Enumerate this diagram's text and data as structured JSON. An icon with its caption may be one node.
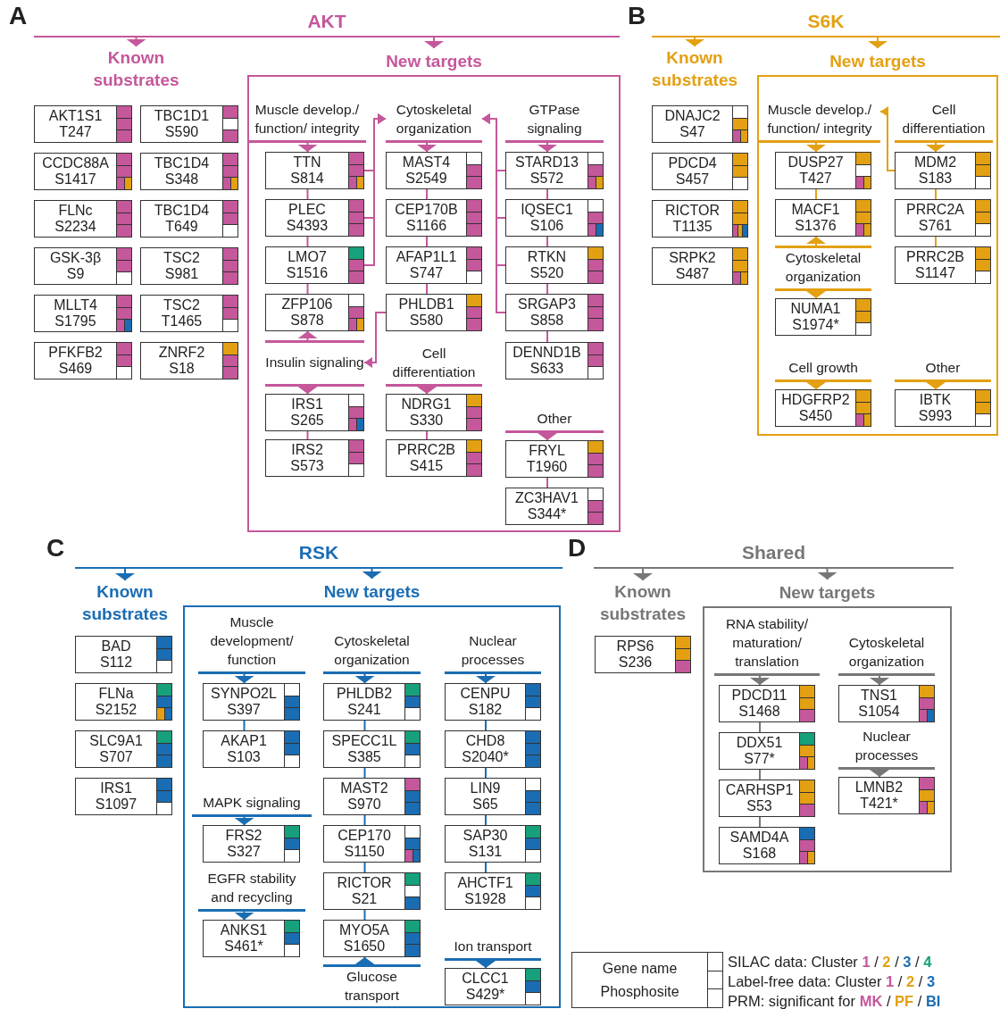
{
  "diagram": {
    "nodes": [
      {
        "text": [
          "AKT"
        ]
      },
      {
        "text": [
          "Known substrates"
        ]
      },
      {
        "text": [
          "AKT1S1",
          "T247"
        ]
      },
      {
        "text": [
          "TBC1D1",
          "S590"
        ]
      },
      {
        "text": [
          "CCDC88A",
          "S1417"
        ]
      },
      {
        "text": [
          "TBC1D4",
          "S348"
        ]
      },
      {
        "text": [
          "FLNc",
          "S2234"
        ]
      },
      {
        "text": [
          "TBC1D4",
          "T649"
        ]
      },
      {
        "text": [
          "GSK-3β",
          "S9"
        ]
      },
      {
        "text": [
          "TSC2",
          "S981"
        ]
      },
      {
        "text": [
          "MLLT4",
          "S1795"
        ]
      },
      {
        "text": [
          "TSC2",
          "T1465"
        ]
      },
      {
        "text": [
          "PFKFB2",
          "S469"
        ]
      },
      {
        "text": [
          "ZNRF2",
          "S18"
        ]
      },
      {
        "text": [
          "New targets"
        ]
      },
      {
        "text": [
          "Muscle develop./ function/ integrity"
        ],
        "in": 14
      },
      {
        "text": [
          "Cytoskeletal organization"
        ],
        "in": 14
      },
      {
        "text": [
          "GTPase signaling"
        ],
        "in": 14
      },
      {
        "text": [
          "TTN",
          "S814"
        ],
        "in": 14
      },
      {
        "text": [
          "MAST4",
          "S2549"
        ],
        "in": 14
      },
      {
        "text": [
          "STARD13",
          "S572"
        ],
        "in": 14
      },
      {
        "text": [
          "PLEC",
          "S4393"
        ],
        "in": 14
      },
      {
        "text": [
          "CEP170B",
          "S1166"
        ],
        "in": 14
      },
      {
        "text": [
          "IQSEC1",
          "S106"
        ],
        "in": 14
      },
      {
        "text": [
          "LMO7",
          "S1516"
        ],
        "in": 14
      },
      {
        "text": [
          "AFAP1L1",
          "S747"
        ],
        "in": 14
      },
      {
        "text": [
          "RTKN",
          "S520"
        ],
        "in": 14
      },
      {
        "text": [
          "ZFP106",
          "S878"
        ],
        "in": 14
      },
      {
        "text": [
          "PHLDB1",
          "S580"
        ],
        "in": 14
      },
      {
        "text": [
          "SRGAP3",
          "S858"
        ],
        "in": 14
      },
      {
        "text": [
          "Insulin signaling"
        ],
        "in": 14
      },
      {
        "text": [
          "Cell differentiation"
        ],
        "in": 14
      },
      {
        "text": [
          "DENND1B",
          "S633"
        ],
        "in": 14
      },
      {
        "text": [
          "IRS1",
          "S265"
        ],
        "in": 14
      },
      {
        "text": [
          "NDRG1",
          "S330"
        ],
        "in": 14
      },
      {
        "text": [
          "Other"
        ],
        "in": 14
      },
      {
        "text": [
          "IRS2",
          "S573"
        ],
        "in": 14
      },
      {
        "text": [
          "PRRC2B",
          "S415"
        ],
        "in": 14
      },
      {
        "text": [
          "FRYL",
          "T1960"
        ],
        "in": 14
      },
      {
        "text": [
          "ZC3HAV1",
          "S344*"
        ],
        "in": 14
      },
      {
        "text": [
          "S6K"
        ]
      },
      {
        "text": [
          "Known substrates"
        ]
      },
      {
        "text": [
          "DNAJC2",
          "S47"
        ]
      },
      {
        "text": [
          "PDCD4",
          "S457"
        ]
      },
      {
        "text": [
          "RICTOR",
          "T1135"
        ]
      },
      {
        "text": [
          "SRPK2",
          "S487"
        ]
      },
      {
        "text": [
          "New targets"
        ]
      },
      {
        "text": [
          "Muscle develop./ function/ integrity"
        ],
        "in": 46
      },
      {
        "text": [
          "Cell differentiation"
        ],
        "in": 46
      },
      {
        "text": [
          "DUSP27",
          "T427"
        ],
        "in": 46
      },
      {
        "text": [
          "MDM2",
          "S183"
        ],
        "in": 46
      },
      {
        "text": [
          "MACF1",
          "S1376"
        ],
        "in": 46
      },
      {
        "text": [
          "PRRC2A",
          "S761"
        ],
        "in": 46
      },
      {
        "text": [
          "Cytoskeletal organization"
        ],
        "in": 46
      },
      {
        "text": [
          "PRRC2B",
          "S1147"
        ],
        "in": 46
      },
      {
        "text": [
          "NUMA1",
          "S1974*"
        ],
        "in": 46
      },
      {
        "text": [
          "Cell growth"
        ],
        "in": 46
      },
      {
        "text": [
          "Other"
        ],
        "in": 46
      },
      {
        "text": [
          "HDGFRP2",
          "S450"
        ],
        "in": 46
      },
      {
        "text": [
          "IBTK",
          "S993"
        ],
        "in": 46
      },
      {
        "text": [
          "RSK"
        ]
      },
      {
        "text": [
          "Known substrates"
        ]
      },
      {
        "text": [
          "BAD",
          "S112"
        ]
      },
      {
        "text": [
          "FLNa",
          "S2152"
        ]
      },
      {
        "text": [
          "SLC9A1",
          "S707"
        ]
      },
      {
        "text": [
          "IRS1",
          "S1097"
        ]
      },
      {
        "text": [
          "New targets"
        ]
      },
      {
        "text": [
          "Muscle development/ function"
        ],
        "in": 66
      },
      {
        "text": [
          "Cytoskeletal organization"
        ],
        "in": 66
      },
      {
        "text": [
          "Nuclear processes"
        ],
        "in": 66
      },
      {
        "text": [
          "SYNPO2L",
          "S397"
        ],
        "in": 66
      },
      {
        "text": [
          "PHLDB2",
          "S241"
        ],
        "in": 66
      },
      {
        "text": [
          "CENPU",
          "S182"
        ],
        "in": 66
      },
      {
        "text": [
          "AKAP1",
          "S103"
        ],
        "in": 66
      },
      {
        "text": [
          "SPECC1L",
          "S385"
        ],
        "in": 66
      },
      {
        "text": [
          "CHD8",
          "S2040*"
        ],
        "in": 66
      },
      {
        "text": [
          "MAST2",
          "S970"
        ],
        "in": 66
      },
      {
        "text": [
          "LIN9",
          "S65"
        ],
        "in": 66
      },
      {
        "text": [
          "MAPK signaling"
        ],
        "in": 66
      },
      {
        "text": [
          "FRS2",
          "S327"
        ],
        "in": 66
      },
      {
        "text": [
          "CEP170",
          "S1150"
        ],
        "in": 66
      },
      {
        "text": [
          "SAP30",
          "S131"
        ],
        "in": 66
      },
      {
        "text": [
          "EGFR stability and recycling"
        ],
        "in": 66
      },
      {
        "text": [
          "RICTOR",
          "S21"
        ],
        "in": 66
      },
      {
        "text": [
          "AHCTF1",
          "S1928"
        ],
        "in": 66
      },
      {
        "text": [
          "ANKS1",
          "S461*"
        ],
        "in": 66
      },
      {
        "text": [
          "MYO5A",
          "S1650"
        ],
        "in": 66
      },
      {
        "text": [
          "Ion transport"
        ],
        "in": 66
      },
      {
        "text": [
          "Glucose transport"
        ],
        "in": 66
      },
      {
        "text": [
          "CLCC1",
          "S429*"
        ],
        "in": 66
      },
      {
        "text": [
          "Shared"
        ]
      },
      {
        "text": [
          "Known substrates"
        ]
      },
      {
        "text": [
          "RPS6",
          "S236"
        ]
      },
      {
        "text": [
          "New targets"
        ]
      },
      {
        "text": [
          "RNA stability/ maturation/ translation"
        ],
        "in": 93
      },
      {
        "text": [
          "Cytoskeletal organization"
        ],
        "in": 93
      },
      {
        "text": [
          "PDCD11",
          "S1468"
        ],
        "in": 93
      },
      {
        "text": [
          "TNS1",
          "S1054"
        ],
        "in": 93
      },
      {
        "text": [
          "DDX51",
          "S77*"
        ],
        "in": 93
      },
      {
        "text": [
          "Nuclear processes"
        ],
        "in": 93
      },
      {
        "text": [
          "CARHSP1",
          "S53"
        ],
        "in": 93
      },
      {
        "text": [
          "LMNB2",
          "T421*"
        ],
        "in": 93
      },
      {
        "text": [
          "SAMD4A",
          "S168"
        ],
        "in": 93
      },
      {
        "text": [
          "Gene name",
          "Phosphosite"
        ]
      }
    ],
    "edges": [
      {
        "from": 0,
        "to": 1,
        "arrow": "to"
      },
      {
        "from": 0,
        "to": 14,
        "arrow": "to"
      },
      {
        "from": 15,
        "to": 18,
        "arrow": "to"
      },
      {
        "from": 18,
        "to": 21,
        "arrow": "none"
      },
      {
        "from": 21,
        "to": 24,
        "arrow": "none"
      },
      {
        "from": 24,
        "to": 27,
        "arrow": "none"
      },
      {
        "from": 30,
        "to": 27,
        "arrow": "to"
      },
      {
        "from": 30,
        "to": 33,
        "arrow": "to"
      },
      {
        "from": 33,
        "to": 36,
        "arrow": "none"
      },
      {
        "from": 18,
        "to": 16,
        "arrow": "to"
      },
      {
        "from": 21,
        "to": 16,
        "arrow": "to"
      },
      {
        "from": 24,
        "to": 16,
        "arrow": "to"
      },
      {
        "from": 16,
        "to": 19,
        "arrow": "to"
      },
      {
        "from": 19,
        "to": 22,
        "arrow": "none"
      },
      {
        "from": 22,
        "to": 25,
        "arrow": "none"
      },
      {
        "from": 25,
        "to": 28,
        "arrow": "none"
      },
      {
        "from": 28,
        "to": 30,
        "arrow": "to"
      },
      {
        "from": 31,
        "to": 34,
        "arrow": "to"
      },
      {
        "from": 34,
        "to": 37,
        "arrow": "none"
      },
      {
        "from": 17,
        "to": 20,
        "arrow": "to"
      },
      {
        "from": 20,
        "to": 23,
        "arrow": "none"
      },
      {
        "from": 23,
        "to": 26,
        "arrow": "none"
      },
      {
        "from": 26,
        "to": 29,
        "arrow": "none"
      },
      {
        "from": 29,
        "to": 32,
        "arrow": "none"
      },
      {
        "from": 20,
        "to": 16,
        "arrow": "to"
      },
      {
        "from": 23,
        "to": 16,
        "arrow": "to"
      },
      {
        "from": 26,
        "to": 16,
        "arrow": "to"
      },
      {
        "from": 29,
        "to": 16,
        "arrow": "to"
      },
      {
        "from": 35,
        "to": 38,
        "arrow": "to"
      },
      {
        "from": 38,
        "to": 39,
        "arrow": "none"
      },
      {
        "from": 40,
        "to": 41,
        "arrow": "to",
        "color": "#e3a012"
      },
      {
        "from": 40,
        "to": 46,
        "arrow": "to",
        "color": "#e3a012"
      },
      {
        "from": 47,
        "to": 49,
        "arrow": "to",
        "color": "#e3a012"
      },
      {
        "from": 49,
        "to": 51,
        "arrow": "none",
        "color": "#e3a012"
      },
      {
        "from": 53,
        "to": 51,
        "arrow": "to",
        "color": "#e3a012"
      },
      {
        "from": 53,
        "to": 55,
        "arrow": "to",
        "color": "#e3a012"
      },
      {
        "from": 48,
        "to": 50,
        "arrow": "to",
        "color": "#e3a012"
      },
      {
        "from": 50,
        "to": 52,
        "arrow": "none",
        "color": "#e3a012"
      },
      {
        "from": 52,
        "to": 54,
        "arrow": "none",
        "color": "#e3a012"
      },
      {
        "from": 50,
        "to": 47,
        "arrow": "to",
        "color": "#e3a012"
      },
      {
        "from": 56,
        "to": 58,
        "arrow": "to",
        "color": "#e3a012"
      },
      {
        "from": 57,
        "to": 59,
        "arrow": "to",
        "color": "#e3a012"
      },
      {
        "from": 60,
        "to": 61,
        "arrow": "to",
        "color": "#1a6db3"
      },
      {
        "from": 60,
        "to": 66,
        "arrow": "to",
        "color": "#1a6db3"
      },
      {
        "from": 67,
        "to": 70,
        "arrow": "to",
        "color": "#1a6db3"
      },
      {
        "from": 70,
        "to": 73,
        "arrow": "none",
        "color": "#1a6db3"
      },
      {
        "from": 78,
        "to": 79,
        "arrow": "to",
        "color": "#1a6db3"
      },
      {
        "from": 82,
        "to": 85,
        "arrow": "to",
        "color": "#1a6db3"
      },
      {
        "from": 68,
        "to": 71,
        "arrow": "to",
        "color": "#1a6db3"
      },
      {
        "from": 71,
        "to": 74,
        "arrow": "none",
        "color": "#1a6db3"
      },
      {
        "from": 74,
        "to": 76,
        "arrow": "none",
        "color": "#1a6db3"
      },
      {
        "from": 76,
        "to": 80,
        "arrow": "none",
        "color": "#1a6db3"
      },
      {
        "from": 80,
        "to": 83,
        "arrow": "none",
        "color": "#1a6db3"
      },
      {
        "from": 83,
        "to": 86,
        "arrow": "none",
        "color": "#1a6db3"
      },
      {
        "from": 88,
        "to": 86,
        "arrow": "to",
        "color": "#1a6db3"
      },
      {
        "from": 69,
        "to": 72,
        "arrow": "to",
        "color": "#1a6db3"
      },
      {
        "from": 72,
        "to": 75,
        "arrow": "none",
        "color": "#1a6db3"
      },
      {
        "from": 75,
        "to": 77,
        "arrow": "none",
        "color": "#1a6db3"
      },
      {
        "from": 77,
        "to": 81,
        "arrow": "none",
        "color": "#1a6db3"
      },
      {
        "from": 81,
        "to": 84,
        "arrow": "none",
        "color": "#1a6db3"
      },
      {
        "from": 87,
        "to": 89,
        "arrow": "to",
        "color": "#1a6db3"
      },
      {
        "from": 90,
        "to": 91,
        "arrow": "to",
        "color": "#777777"
      },
      {
        "from": 90,
        "to": 93,
        "arrow": "to",
        "color": "#777777"
      },
      {
        "from": 94,
        "to": 96,
        "arrow": "to",
        "color": "#777777"
      },
      {
        "from": 96,
        "to": 98,
        "arrow": "none",
        "color": "#777777"
      },
      {
        "from": 98,
        "to": 100,
        "arrow": "none",
        "color": "#777777"
      },
      {
        "from": 100,
        "to": 102,
        "arrow": "none",
        "color": "#777777"
      },
      {
        "from": 95,
        "to": 97,
        "arrow": "to",
        "color": "#777777"
      },
      {
        "from": 99,
        "to": 101,
        "arrow": "to",
        "color": "#777777"
      }
    ],
    "labels": [
      "A",
      "B",
      "C",
      "D"
    ],
    "legend": [
      {
        "text": "SILAC data: Cluster 1 / 2 / 3 / 4"
      },
      {
        "text": "Label-free data: Cluster 1 / 2 / 3"
      },
      {
        "text": "PRM: significant for MK / PF / BI"
      }
    ]
  }
}
